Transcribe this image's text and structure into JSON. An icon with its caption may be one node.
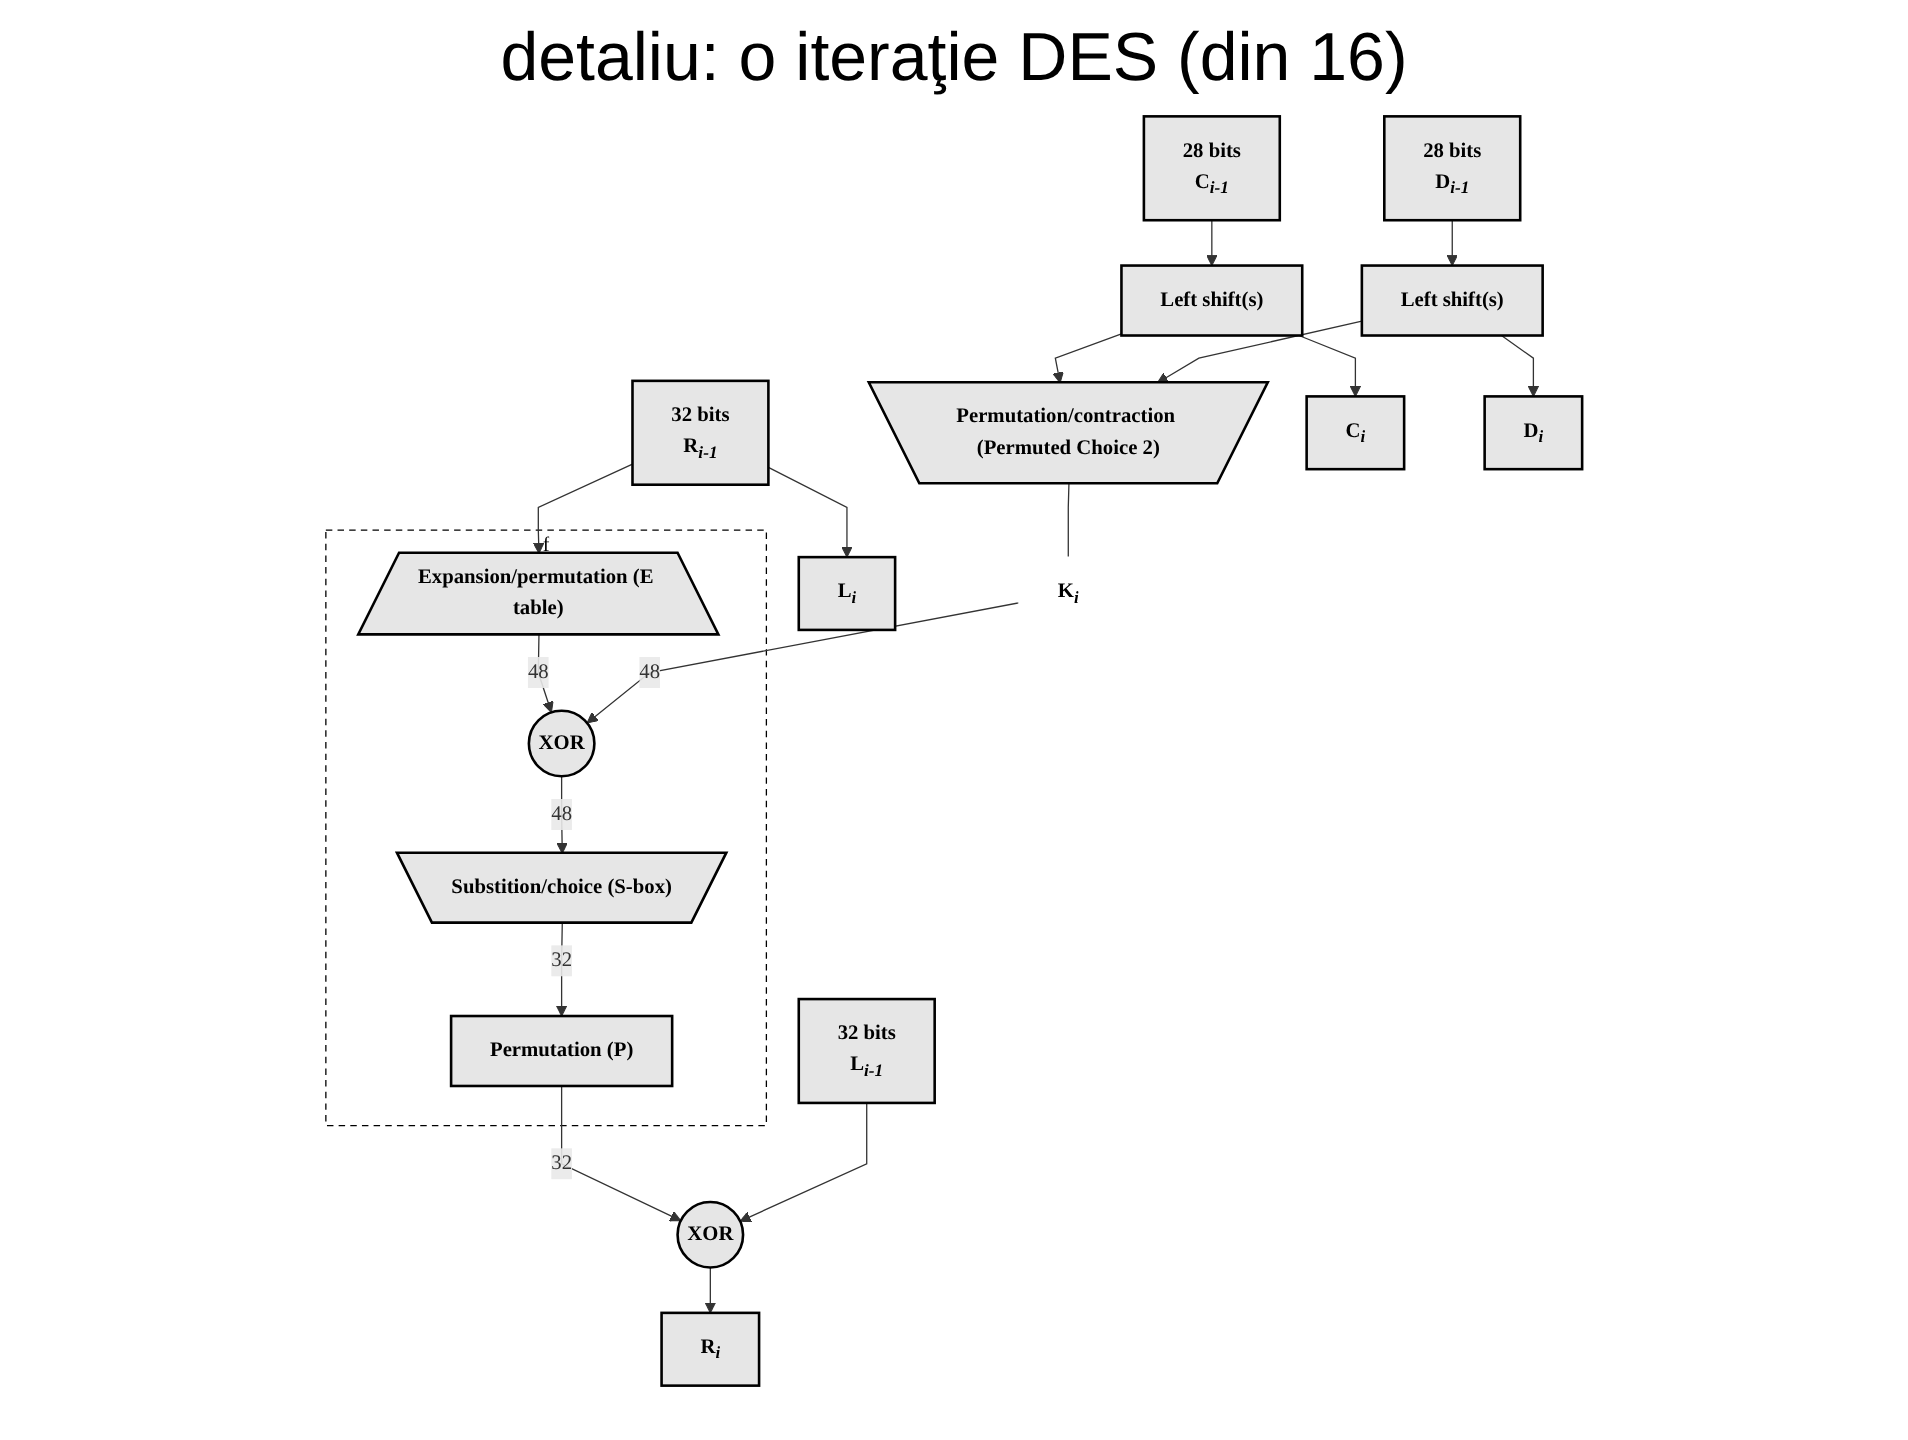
{
  "diagram": {
    "title": "detaliu: o iteraţie DES (din 16)",
    "nodes": [
      {
        "text": [
          "32 bits",
          "L$_{i-1}$"
        ]
      },
      {
        "text": [
          "32 bits",
          "R$_{i-1}$"
        ]
      },
      {
        "text": [
          "28 bits",
          "C$_{i-1}$"
        ]
      },
      {
        "text": [
          "28 bits",
          "D$_{i-1}$"
        ]
      },
      {
        "text": [
          "f"
        ]
      },
      {
        "text": [
          "Expansion/permutation (E table)"
        ],
        "in": 4
      },
      {
        "text": [
          "Left shift(s)"
        ]
      },
      {
        "text": [
          "Left shift(s)"
        ]
      },
      {
        "text": [
          "XOR"
        ],
        "in": 4
      },
      {
        "text": [
          "K$_{i}$"
        ]
      },
      {
        "text": [
          "Permutation/contraction (Permuted Choice 2)"
        ]
      },
      {
        "text": [
          "Substition/choice (S-box)"
        ],
        "in": 4
      },
      {
        "text": [
          "Permutation (P)"
        ],
        "in": 4
      },
      {
        "text": [
          "XOR"
        ]
      },
      {
        "text": [
          "L$_{i}$"
        ]
      },
      {
        "text": [
          "R$_{i}$"
        ]
      },
      {
        "text": [
          "C$_{i}$"
        ]
      },
      {
        "text": [
          "D$_{i}$"
        ]
      }
    ],
    "edges": [
      {
        "from": 1,
        "to": 5,
        "arrow": "to"
      },
      {
        "from": 1,
        "to": 14,
        "arrow": "to"
      },
      {
        "from": 2,
        "to": 6,
        "arrow": "to"
      },
      {
        "from": 3,
        "to": 7,
        "arrow": "to"
      },
      {
        "from": 5,
        "to": 8,
        "arrow": "to",
        "label": "48"
      },
      {
        "from": 6,
        "to": 10,
        "arrow": "to"
      },
      {
        "from": 7,
        "to": 10,
        "arrow": "to"
      },
      {
        "from": 10,
        "to": 9,
        "arrow": "none"
      },
      {
        "from": 9,
        "to": 8,
        "arrow": "to",
        "label": "48"
      },
      {
        "from": 8,
        "to": 11,
        "arrow": "to",
        "label": "48"
      },
      {
        "from": 11,
        "to": 12,
        "arrow": "to",
        "label": "32"
      },
      {
        "from": 12,
        "to": 13,
        "arrow": "to",
        "label": "32"
      },
      {
        "from": 0,
        "to": 13,
        "arrow": "to"
      },
      {
        "from": 13,
        "to": 15,
        "arrow": "to"
      },
      {
        "from": 6,
        "to": 16,
        "arrow": "to"
      },
      {
        "from": 7,
        "to": 17,
        "arrow": "to"
      }
    ]
  }
}
